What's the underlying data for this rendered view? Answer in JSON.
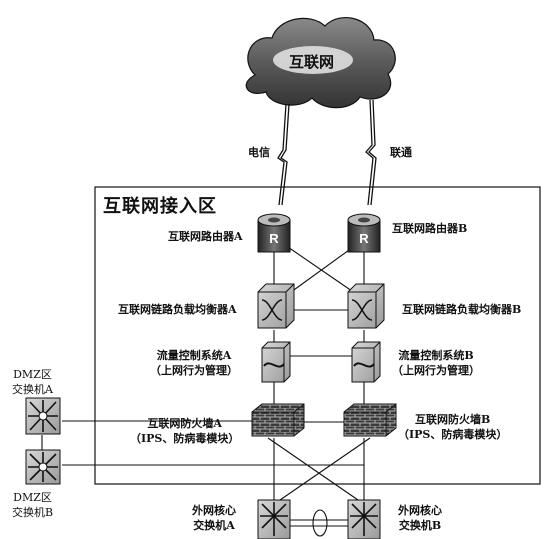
{
  "internet": {
    "label": "互联网"
  },
  "links": {
    "isp_a": "电信",
    "isp_b": "联通"
  },
  "zone": {
    "title": "互联网接入区"
  },
  "router_a": {
    "label": "互联网路由器A",
    "glyph": "R"
  },
  "router_b": {
    "label": "互联网路由器B",
    "glyph": "R"
  },
  "lb_a": {
    "label": "互联网链路负载均衡器A"
  },
  "lb_b": {
    "label": "互联网链路负载均衡器B"
  },
  "flow_a": {
    "line1": "流量控制系统A",
    "line2": "（上网行为管理）"
  },
  "flow_b": {
    "line1": "流量控制系统B",
    "line2": "（上网行为管理）"
  },
  "fw_a": {
    "line1": "互联网防火墙A",
    "line2": "（IPS、防病毒模块）"
  },
  "fw_b": {
    "line1": "互联网防火墙B",
    "line2": "（IPS、防病毒模块）"
  },
  "dmz_a": {
    "line1": "DMZ区",
    "line2": "交换机A"
  },
  "dmz_b": {
    "line1": "DMZ区",
    "line2": "交换机B"
  },
  "core_a": {
    "line1": "外网核心",
    "line2": "交换机A"
  },
  "core_b": {
    "line1": "外网核心",
    "line2": "交换机B"
  }
}
